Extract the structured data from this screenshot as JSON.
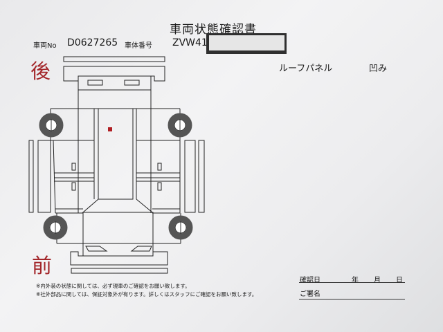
{
  "document": {
    "title": "車両状態確認書",
    "vehicle_no_label": "車両No",
    "vehicle_no": "D0627265",
    "chassis_no_label": "車体番号",
    "chassis_no": "ZVW41",
    "rear_label": "後",
    "front_label": "前",
    "damage": {
      "part": "ルーフパネル",
      "condition": "凹み"
    },
    "confirm_date_label": "確認日",
    "year_label": "年",
    "month_label": "月",
    "day_label": "日",
    "signature_label": "ご署名",
    "notes": [
      "※内外装の状態に関しては、必ず現車のご確認をお願い致します。",
      "※社外部品に関しては、保証対象外が有ります。詳しくはスタッフにご確認をお願い致します。"
    ],
    "marker_color": "#b01e23"
  }
}
